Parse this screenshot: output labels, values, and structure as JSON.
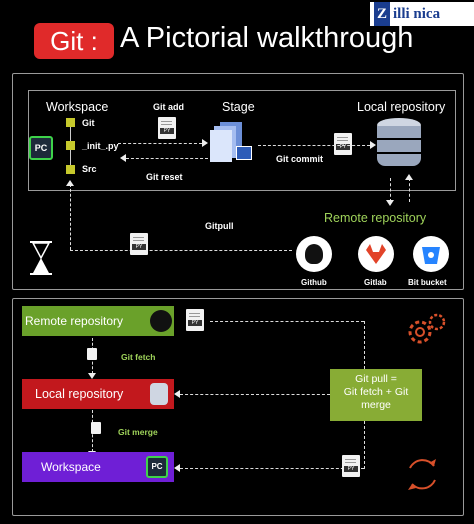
{
  "header": {
    "badge": "Git :",
    "title": "A Pictorial walkthrough",
    "brand": "illi nica",
    "brand_mark": "Z"
  },
  "top": {
    "workspace_label": "Workspace",
    "stage_label": "Stage",
    "local_repo_label": "Local repository",
    "remote_repo_label": "Remote repository",
    "files": [
      "Git",
      "_init_.py",
      "Src"
    ],
    "git_add": "Git add",
    "git_reset": "Git reset",
    "git_commit": "Git commit",
    "gitpull": "Gitpull",
    "hosts": [
      "Github",
      "Gitlab",
      "Bit bucket"
    ],
    "doc_tag": "PY",
    "pc_icon": "PC"
  },
  "bottom": {
    "remote_repo": "Remote repository",
    "local_repo": "Local repository",
    "workspace": "Workspace",
    "git_fetch": "Git fetch",
    "git_merge": "Git merge",
    "note_line1": "Git pull =",
    "note_line2": "Git fetch + Git",
    "note_line3": "merge"
  },
  "colors": {
    "badge": "#e02a2a",
    "remote_box": "#6aa12a",
    "local_box": "#c2181d",
    "workspace_box": "#6f1fd6",
    "note_box": "#88ac35",
    "label_green": "#9fd35a"
  }
}
